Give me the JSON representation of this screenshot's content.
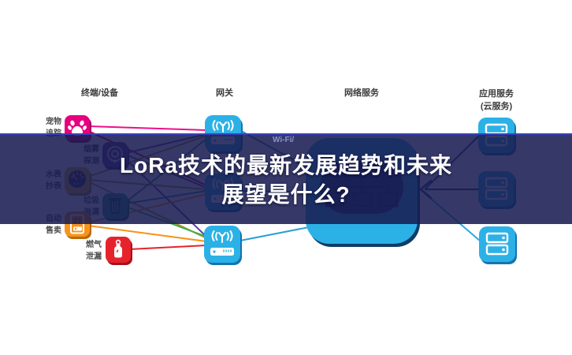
{
  "title_banner": {
    "line1": "LoRa技术的最新发展趋势和未来",
    "line2": "展望是什么?"
  },
  "column_headers": {
    "devices": "终端/设备",
    "gateway": "网关",
    "network": "网络服务",
    "application_line1": "应用服务",
    "application_line2": "(云服务)"
  },
  "devices": [
    {
      "label_line1": "宠物",
      "label_line2": "追踪",
      "icon": "paw-icon",
      "color": "#e6007e"
    },
    {
      "label_line1": "烟雾",
      "label_line2": "探测",
      "icon": "smoke-detector-icon",
      "color": "#5b3fa3"
    },
    {
      "label_line1": "水表",
      "label_line2": "抄表",
      "icon": "water-meter-icon",
      "color": "#d9af2e"
    },
    {
      "label_line1": "垃圾",
      "label_line2": "溢满",
      "icon": "trash-bin-icon",
      "color": "#2f9e8f"
    },
    {
      "label_line1": "自动",
      "label_line2": "售卖",
      "icon": "vending-machine-icon",
      "color": "#f7941e"
    },
    {
      "label_line1": "燃气",
      "label_line2": "泄漏",
      "icon": "gas-leak-icon",
      "color": "#e6232d"
    }
  ],
  "gateway_count": "3",
  "app_server_count": "3",
  "link_label": "Wi-Fi/",
  "colors": {
    "device_gateway_blue": "#2cb1e6",
    "network_cloud_navy": "#1c3f7d",
    "banner_background": "#181c50",
    "line_navy": "#1d4289",
    "line_bright_blue": "#2aa9e0"
  }
}
